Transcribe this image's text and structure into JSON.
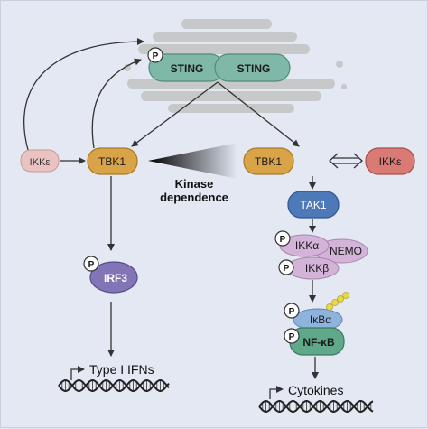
{
  "nodes": {
    "sting_left": "STING",
    "sting_right": "STING",
    "ikke_left": "IKKε",
    "tbk1_left": "TBK1",
    "tbk1_right": "TBK1",
    "ikke_right": "IKKε",
    "tak1": "TAK1",
    "ikka": "IKKα",
    "nemo": "NEMO",
    "ikkb": "IKKβ",
    "irf3": "IRF3",
    "ikba": "IκBα",
    "nfkb": "NF-κB"
  },
  "labels": {
    "kinase_line1": "Kinase",
    "kinase_line2": "dependence",
    "type1_ifns": "Type I IFNs",
    "cytokines": "Cytokines",
    "phospho": "P"
  },
  "colors": {
    "background": "#e3e8f3",
    "sting": "#7fb8a6",
    "tbk1": "#d9a347",
    "ikke_left": "#eac2c2",
    "ikke_right": "#d97a75",
    "tak1": "#4e79b8",
    "ikk_complex": "#d4b3d9",
    "irf3": "#8175b5",
    "ikba": "#8eb4de",
    "nfkb": "#5fa88a",
    "ubiquitin": "#e9d84a",
    "golgi": "#c2c2c2"
  }
}
